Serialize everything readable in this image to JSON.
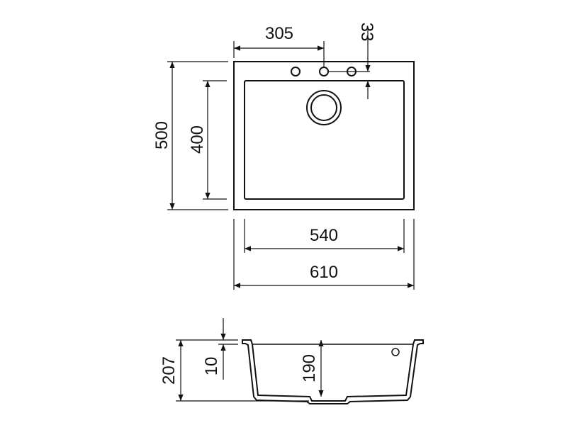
{
  "drawing": {
    "top_view": {
      "dimensions": {
        "overall_width": "610",
        "bowl_width": "540",
        "overall_depth": "500",
        "bowl_depth": "400",
        "tap_offset": "305",
        "tap_to_bowl": "33"
      }
    },
    "side_view": {
      "dimensions": {
        "overall_height": "207",
        "rim_thickness": "10",
        "bowl_height": "190"
      }
    }
  }
}
